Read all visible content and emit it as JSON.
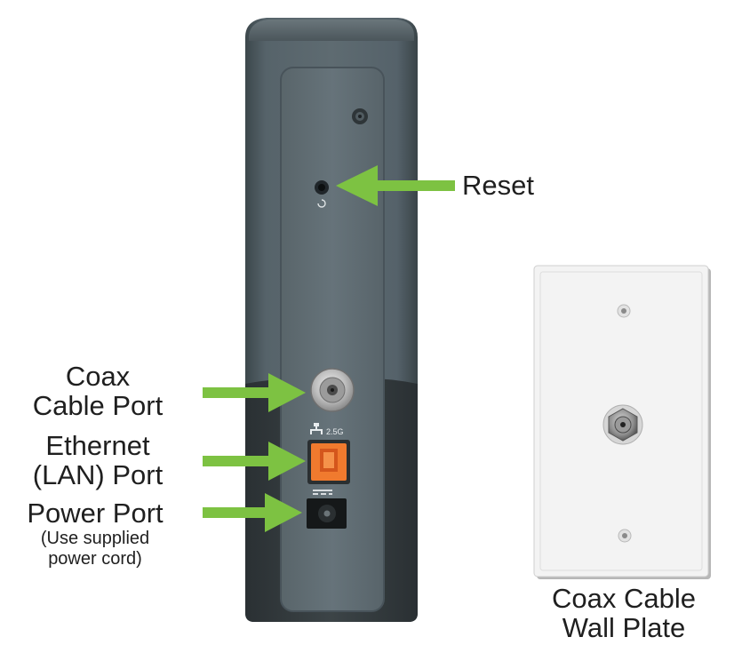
{
  "labels": {
    "reset": "Reset",
    "coax_port": [
      "Coax",
      "Cable Port"
    ],
    "ethernet_port": [
      "Ethernet",
      "(LAN) Port"
    ],
    "power_port": "Power Port",
    "power_note": [
      "(Use supplied",
      "power cord)"
    ],
    "wall_plate": [
      "Coax Cable",
      "Wall Plate"
    ],
    "port_speed": "2.5G"
  },
  "colors": {
    "arrow": "#7dc242",
    "modem_body": "#4f5b60",
    "modem_panel": "#5d696e",
    "modem_base": "#333a3d",
    "ethernet_port": "#f07a2e",
    "wall_plate": "#f3f3f3"
  }
}
